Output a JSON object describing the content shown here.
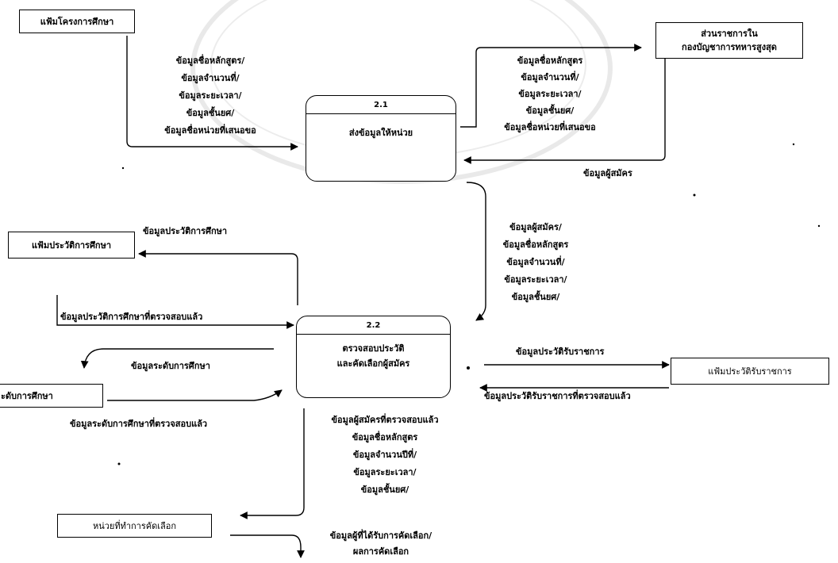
{
  "entities": {
    "curriculum_file": "แฟ้มโครงการศึกษา",
    "agency": [
      "ส่วนราชการใน",
      "กองบัญชาการทหารสูงสุด"
    ],
    "study_history_file": "แฟ้มประวัติการศึกษา",
    "education_level_file": "ะดับการศึกษา",
    "service_history_file": "แฟ้มประวัติรับราชการ",
    "selection_unit": "หน่วยที่ทำการคัดเลือก"
  },
  "processes": {
    "p21": {
      "id": "2.1",
      "name": [
        "ส่งข้อมูลให้หน่วย"
      ]
    },
    "p22": {
      "id": "2.2",
      "name": [
        "ตรวจสอบประวัติ",
        "และคัดเลือกผู้สมัคร"
      ]
    }
  },
  "flows": {
    "file_to_p21": [
      "ข้อมูลชื่อหลักสูตร/",
      "ข้อมูลจำนวนที่/",
      "ข้อมูลระยะเวลา/",
      "ข้อมูลชั้นยศ/",
      "ข้อมูลชื่อหน่วยที่เสนอขอ"
    ],
    "p21_to_agency": [
      "ข้อมูลชื่อหลักสูตร",
      "ข้อมูลจำนวนที่/",
      "ข้อมูลระยะเวลา/",
      "ข้อมูลชั้นยศ/",
      "ข้อมูลชื่อหน่วยที่เสนอขอ"
    ],
    "agency_to_p21": "ข้อมูลผู้สมัคร",
    "p21_to_p22": [
      "ข้อมูลผู้สมัคร/",
      "ข้อมูลชื่อหลักสูตร",
      "ข้อมูลจำนวนที่/",
      "ข้อมูลระยะเวลา/",
      "ข้อมูลชั้นยศ/"
    ],
    "p22_to_study_file": "ข้อมูลประวัติการศึกษา",
    "study_file_to_p22": "ข้อมูลประวัติการศึกษาที่ตรวจสอบแล้ว",
    "p22_to_level_file": "ข้อมูลระดับการศึกษา",
    "level_file_to_p22": "ข้อมูลระดับการศึกษาที่ตรวจสอบแล้ว",
    "p22_to_service_file": "ข้อมูลประวัติรับราชการ",
    "service_file_to_p22": "ข้อมูลประวัติรับราชการที่ตรวจสอบแล้ว",
    "p22_to_unit": [
      "ข้อมูลผู้สมัครที่ตรวจสอบแล้ว",
      "ข้อมูลชื่อหลักสูตร",
      "ข้อมูลจำนวนปีที่/",
      "ข้อมูลระยะเวลา/",
      "ข้อมูลชั้นยศ/"
    ],
    "unit_out": [
      "ข้อมูลผู้ที่ได้รับการคัดเลือก/",
      "ผลการคัดเลือก"
    ]
  },
  "colors": {
    "line": "#000000",
    "watermark": "#e3e3e3"
  }
}
